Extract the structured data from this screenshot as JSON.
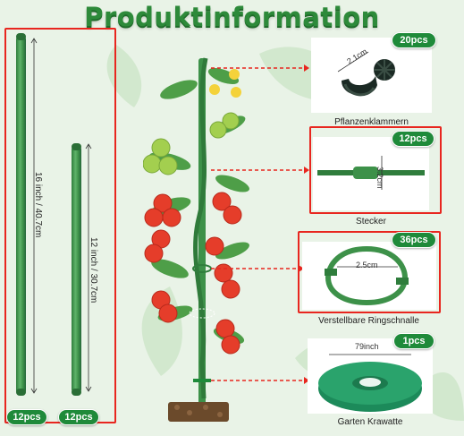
{
  "title": "Produktinformation",
  "colors": {
    "title_green": "#2d8a3a",
    "highlight_red": "#e8261f",
    "badge_green": "#1f8a3a",
    "rod_green": "#3d9149",
    "background": "#e9f3e7"
  },
  "rods": {
    "long_label": "16 inch / 40.7cm",
    "short_label": "12 inch / 30.7cm",
    "long_qty": "12pcs",
    "short_qty": "12pcs"
  },
  "products": [
    {
      "qty": "20pcs",
      "name": "Pflanzenklammern",
      "dimension": "2.1cm",
      "icon": "plant-clip-icon"
    },
    {
      "qty": "12pcs",
      "name": "Stecker",
      "dimension": "3.2cm",
      "icon": "connector-icon"
    },
    {
      "qty": "36pcs",
      "name": "Verstellbare Ringschnalle",
      "dimension": "2.5cm",
      "icon": "ring-buckle-icon"
    },
    {
      "qty": "1pcs",
      "name": "Garten Krawatte",
      "dimension": "79inch",
      "icon": "garden-tie-roll-icon"
    }
  ]
}
